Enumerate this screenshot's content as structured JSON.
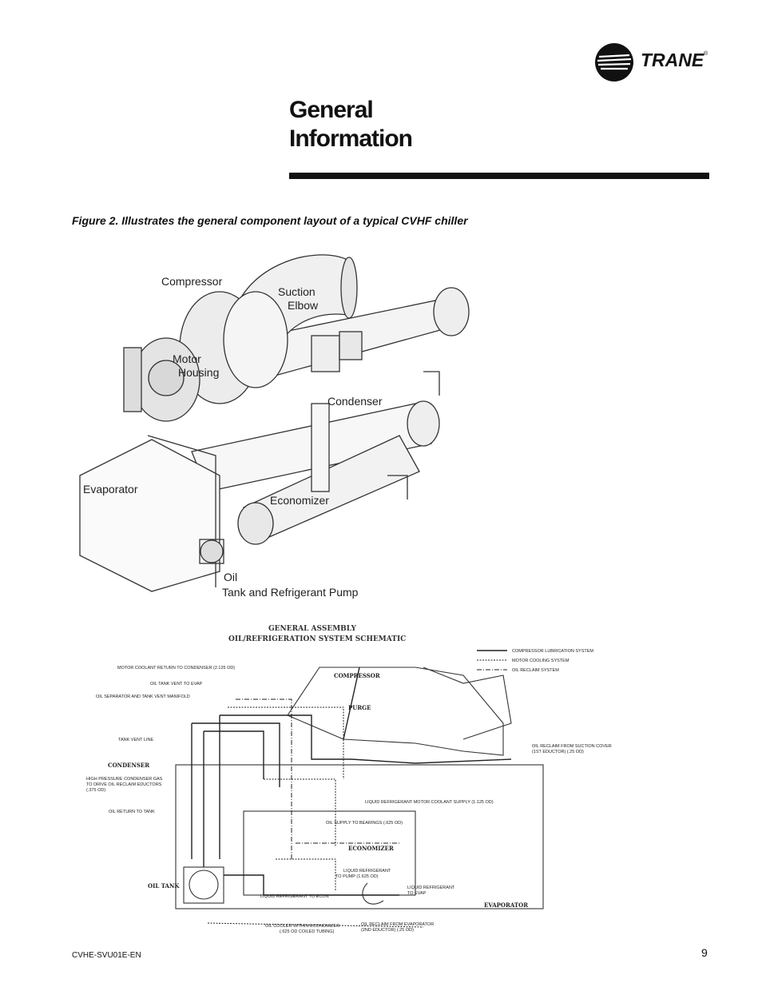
{
  "header": {
    "brand": "TRANE",
    "title_line1": "General",
    "title_line2": "Information"
  },
  "figure": {
    "caption": "Figure 2. Illustrates the general component layout of a typical CVHF chiller",
    "labels": {
      "compressor": "Compressor",
      "suction1": "Suction",
      "suction2": "Elbow",
      "motor1": "Motor",
      "motor2": "Housing",
      "condenser": "Condenser",
      "evaporator": "Evaporator",
      "economizer": "Economizer",
      "oil1": "Oil",
      "oil2": "Tank and Refrigerant Pump"
    }
  },
  "schematic": {
    "title1": "GENERAL ASSEMBLY",
    "title2": "OIL/REFRIGERATION SYSTEM SCHEMATIC",
    "legend": [
      "COMPRESSOR LUBRICATION SYSTEM",
      "MOTOR COOLING SYSTEM",
      "OIL RECLAIM SYSTEM"
    ],
    "labels": {
      "motor_coolant_return": "MOTOR COOLANT RETURN TO CONDENSER (2.125 OD)",
      "oil_tank_vent": "OIL TANK VENT TO EVAP",
      "oil_separator": "OIL SEPARATOR AND TANK VENT MANIFOLD",
      "tank_vent": "TANK VENT LINE",
      "condenser": "CONDENSER",
      "hp_gas1": "HIGH PRESSURE CONDENSER GAS",
      "hp_gas2": "TO DRIVE OIL RECLAIM EDUCTORS",
      "hp_gas3": "(.375 OD)",
      "oil_return": "OIL RETURN TO TANK",
      "compressor": "COMPRESSOR",
      "purge": "PURGE",
      "reclaim_suction1": "OIL RECLAIM FROM SUCTION COVER",
      "reclaim_suction2": "(1ST EDUCTOR) (.25 OD)",
      "liquid_motor": "LIQUID REFRIGERANT MOTOR COOLANT SUPPLY (1.125 OD)",
      "oil_supply": "OIL SUPPLY TO BEARINGS (.625 OD)",
      "economizer": "ECONOMIZER",
      "oil_tank": "OIL TANK",
      "liq_pump1": "LIQUID REFRIGERANT",
      "liq_pump2": "TO PUMP (1.625 OD)",
      "liq_econ": "LIQUID REFRIGERANT TO ECON",
      "liq_evap1": "LIQUID REFRIGERANT",
      "liq_evap2": "TO EVAP",
      "evaporator": "EVAPORATOR",
      "oil_cooler1": "OIL COOLER WITHIN ECONOMIZER",
      "oil_cooler2": "(.625 OD COILED TUBING)",
      "reclaim_evap1": "OIL RECLAIM FROM EVAPORATOR",
      "reclaim_evap2": "(2ND EDUCTOR) (.25 OD)"
    }
  },
  "footer": {
    "doc_code": "CVHE-SVU01E-EN",
    "page_number": "9"
  }
}
